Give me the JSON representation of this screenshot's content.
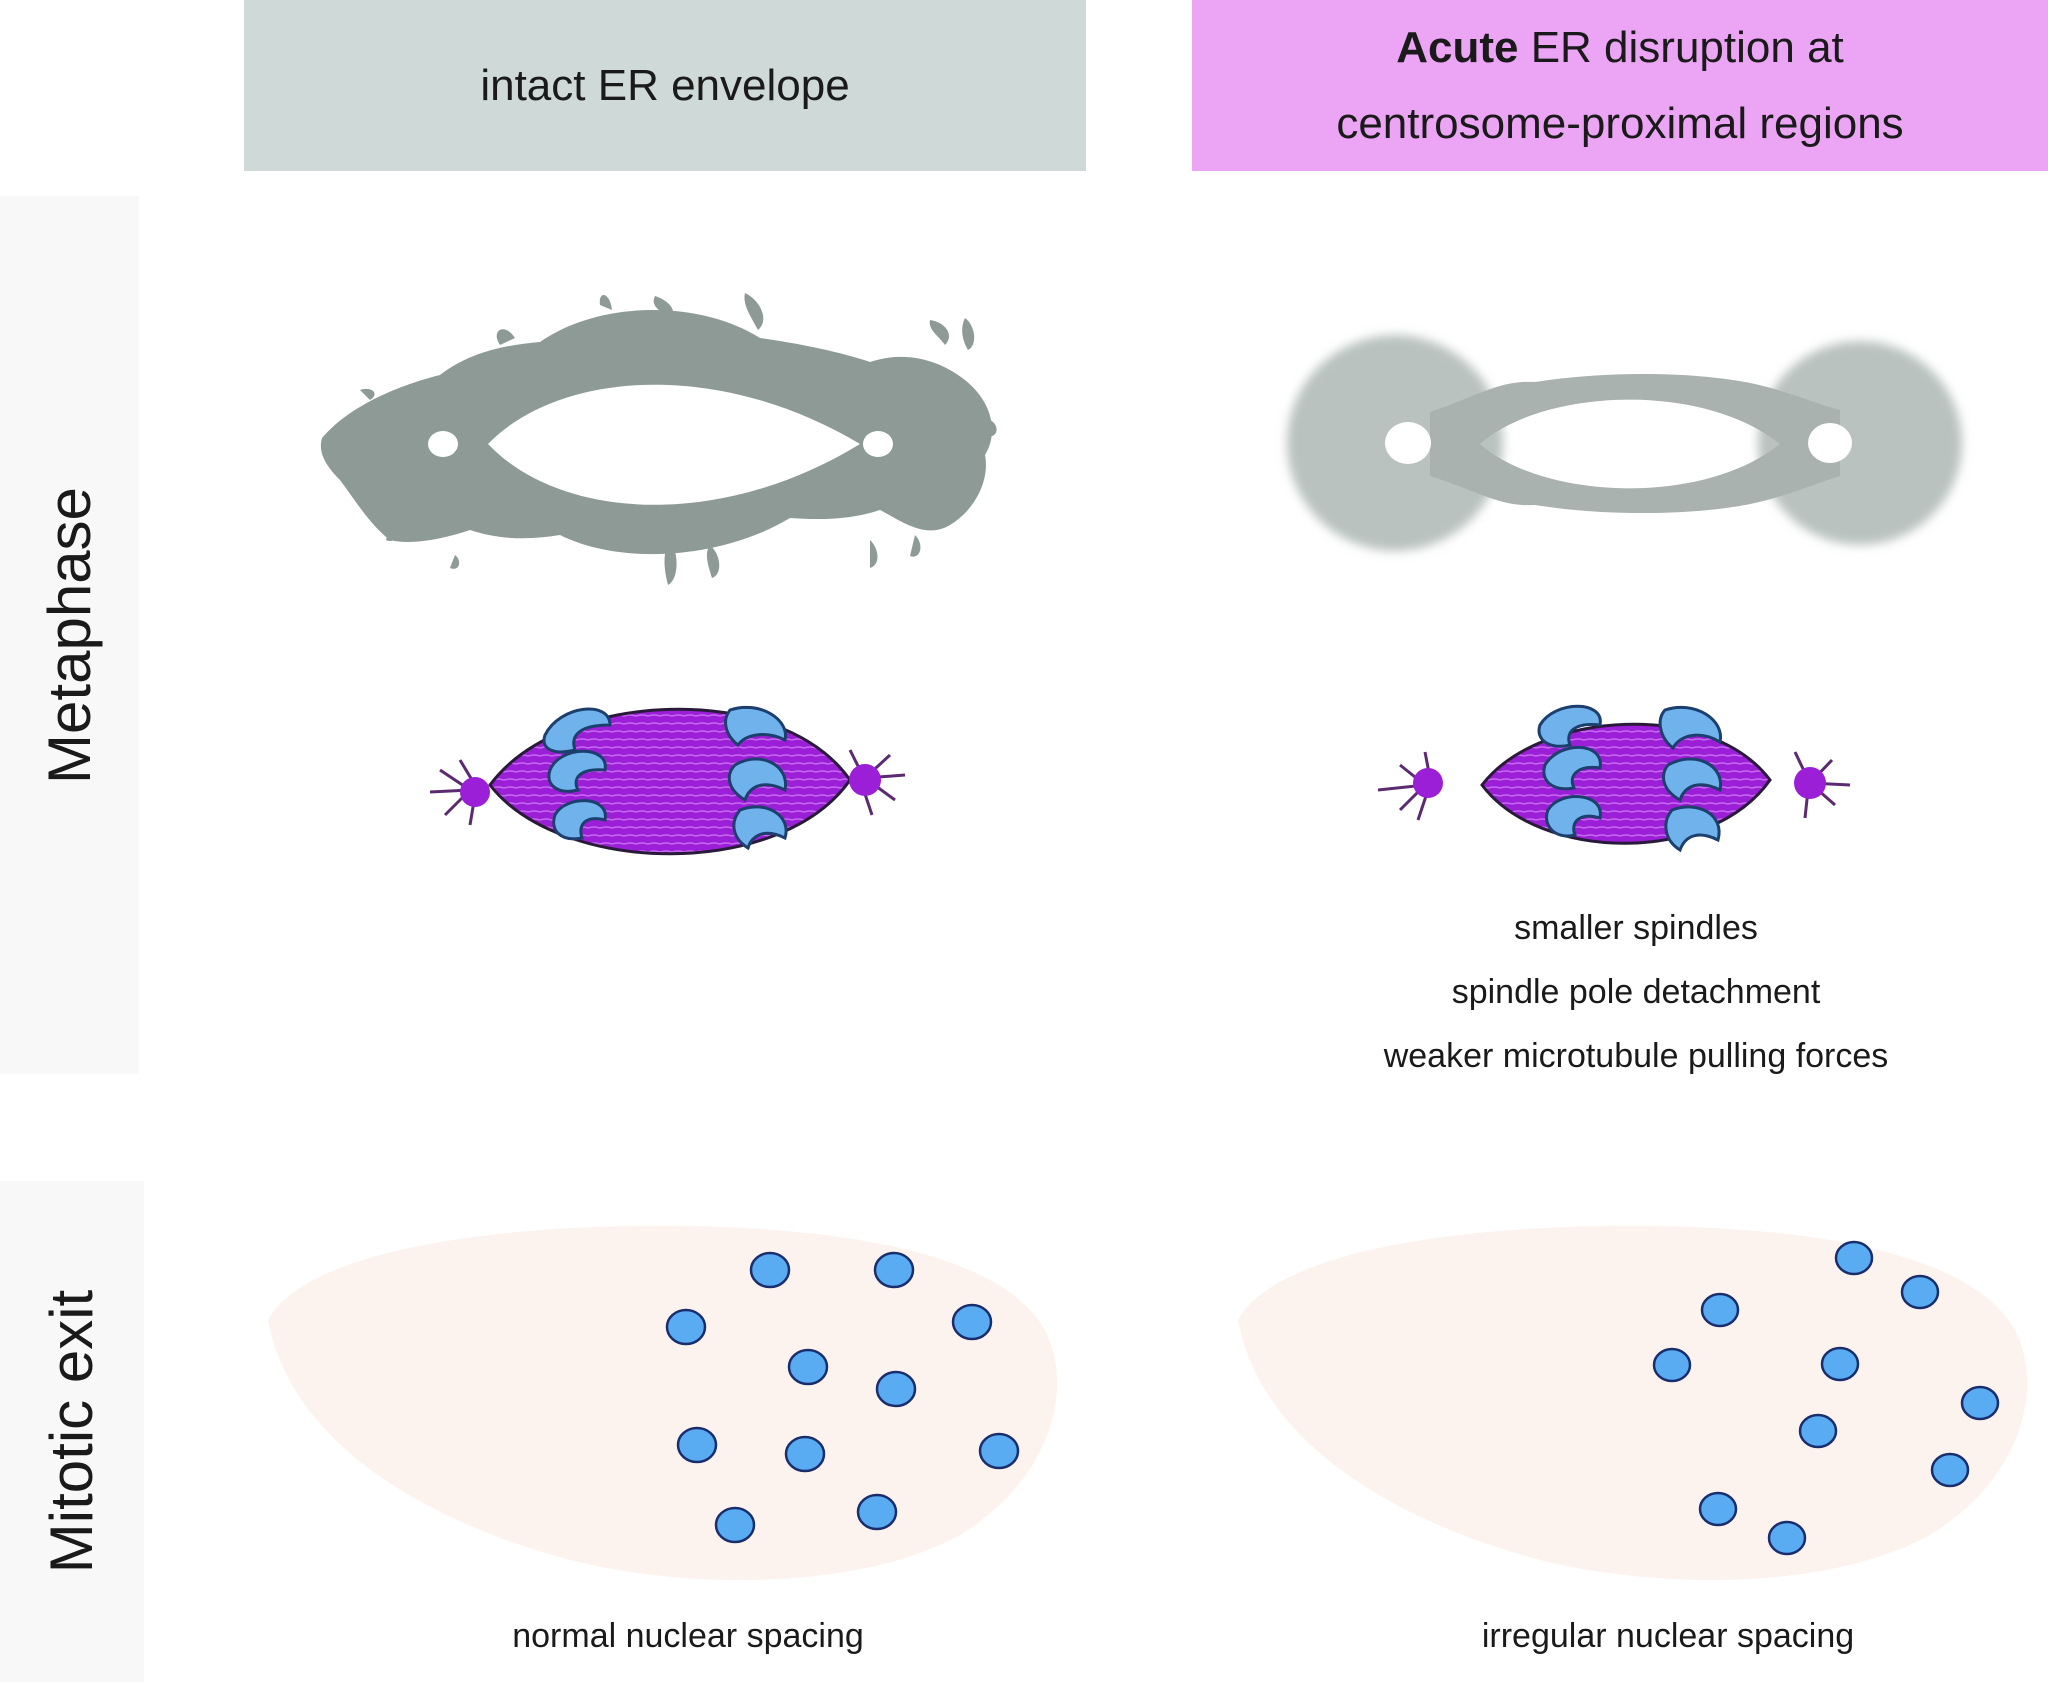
{
  "columns": {
    "left": {
      "title": "intact ER envelope"
    },
    "right": {
      "title_bold": "Acute",
      "title_rest": " ER disruption at",
      "title_line2": "centrosome-proximal regions"
    }
  },
  "rows": {
    "metaphase": {
      "label": "Metaphase"
    },
    "mitotic_exit": {
      "label": "Mitotic exit"
    }
  },
  "captions": {
    "disrupted_effects": [
      "smaller spindles",
      "spindle pole detachment",
      "weaker microtubule pulling forces"
    ],
    "normal_spacing": "normal nuclear spacing",
    "irregular_spacing": "irregular nuclear spacing"
  },
  "colors": {
    "left_header": "#cfd9d7",
    "right_header": "#eca5f5",
    "er_intact": "#8e9a96",
    "er_disrupted": "#b9c2bf",
    "spindle": "#9b1fd6",
    "chromosome": "#6fb2ec",
    "nucleus": "#5aacf2",
    "embryo": "#fdf3ee"
  }
}
